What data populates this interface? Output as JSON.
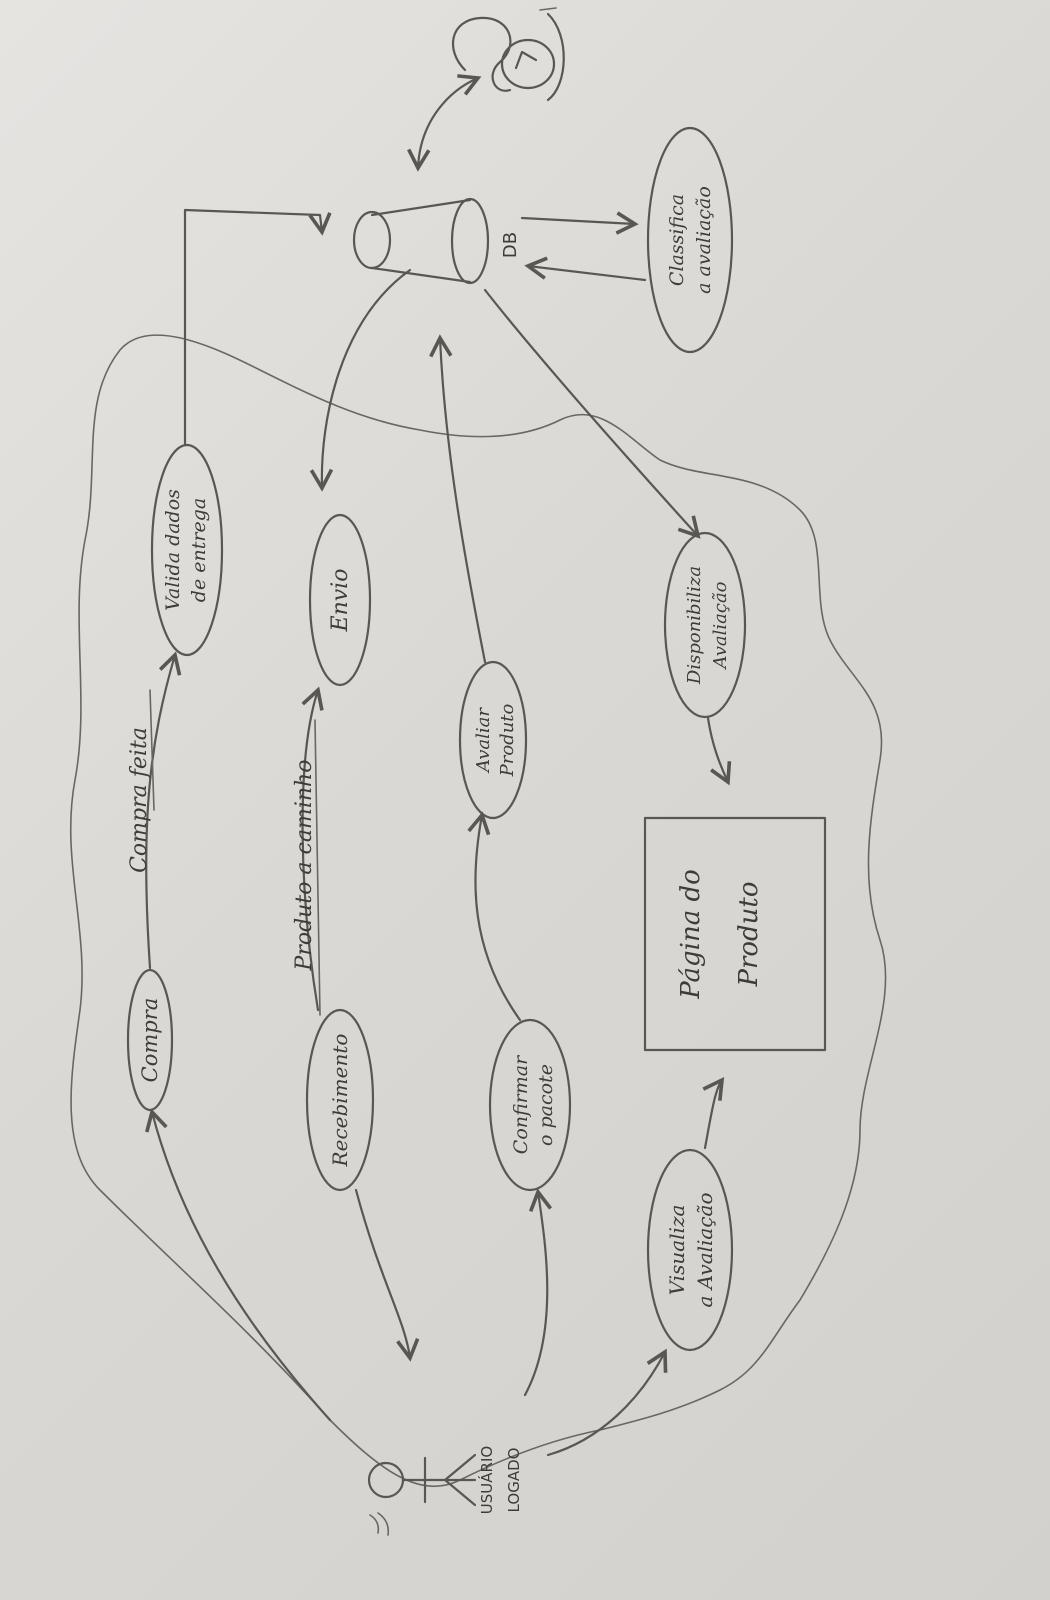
{
  "actor": {
    "label_line1": "USUÁRIO",
    "label_line2": "LOGADO"
  },
  "database": {
    "label": "DB"
  },
  "box": {
    "line1": "Página do",
    "line2": "Produto"
  },
  "nodes": {
    "compra": "Compra",
    "valida_line1": "Valida dados",
    "valida_line2": "de entrega",
    "recebimento": "Recebimento",
    "envio": "Envio",
    "confirmar_line1": "Confirmar",
    "confirmar_line2": "o pacote",
    "avaliar_line1": "Avaliar",
    "avaliar_line2": "Produto",
    "visualiza_line1": "Visualiza",
    "visualiza_line2": "a Avaliação",
    "disponibiliza_line1": "Disponibiliza",
    "disponibiliza_line2": "Avaliação",
    "classifica_line1": "Classifica",
    "classifica_line2": "a avaliação"
  },
  "edges": {
    "compra_feita": "Compra feita",
    "produto_a_caminho": "Produto a caminho"
  }
}
